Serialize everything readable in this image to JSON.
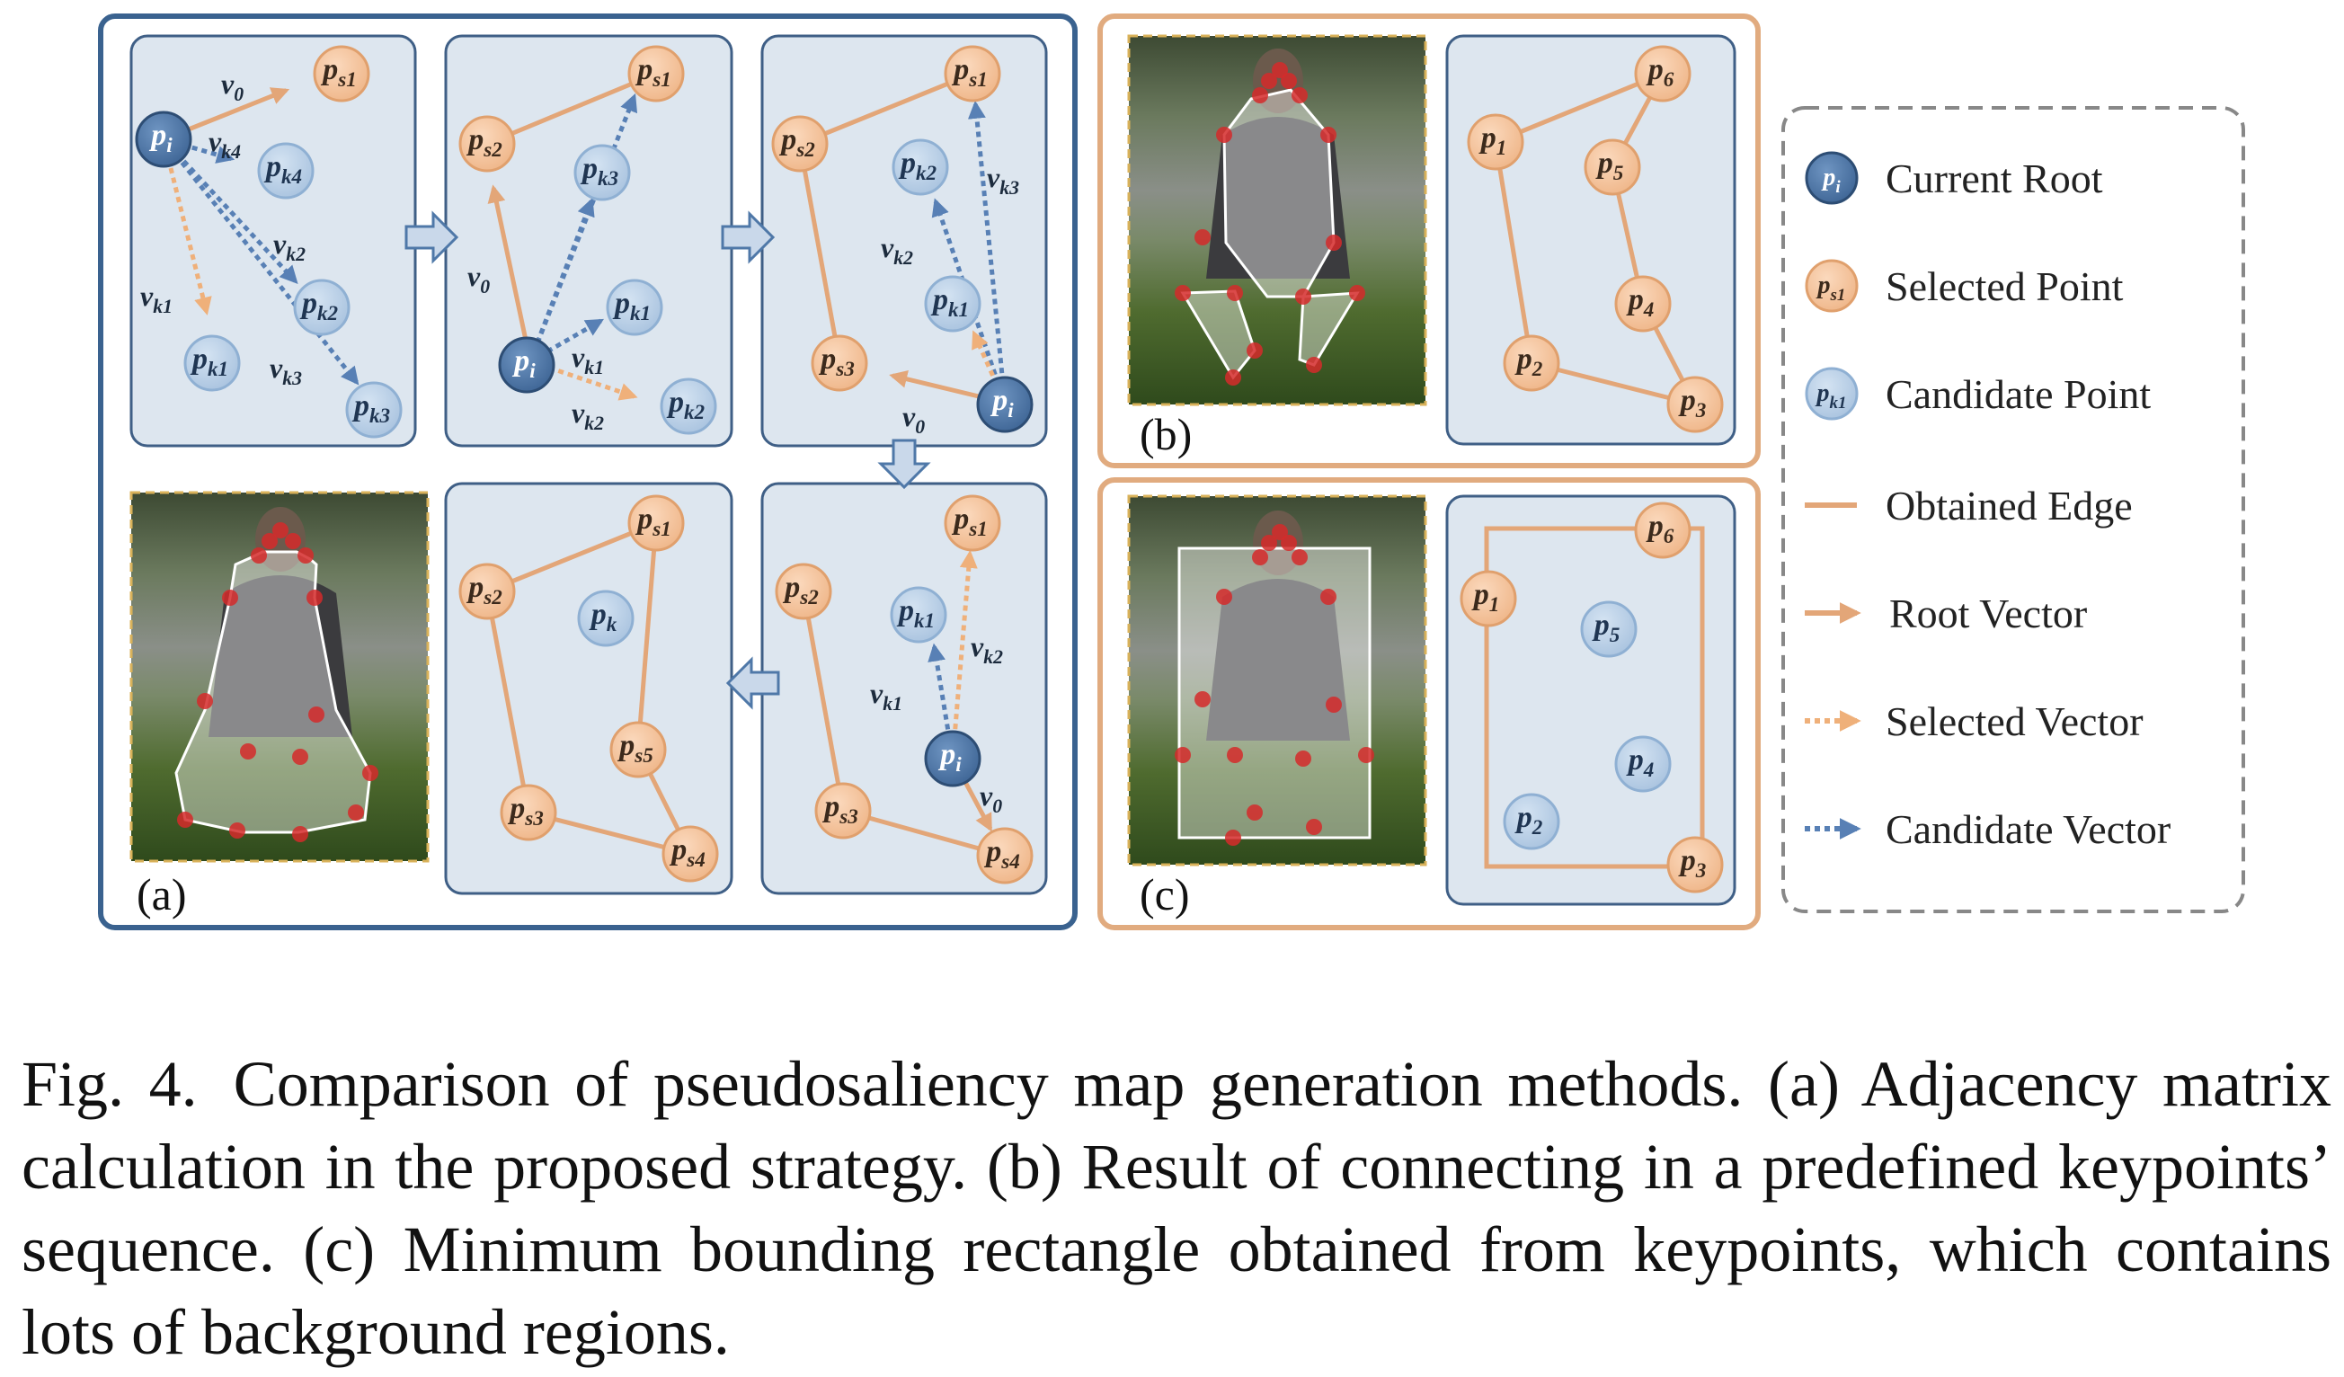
{
  "figure_labels": {
    "a": "(a)",
    "b": "(b)",
    "c": "(c)"
  },
  "panel_a": {
    "p1": {
      "points": {
        "pi": "p_i",
        "ps1": "p_s1",
        "pk4": "p_k4",
        "pk2": "p_k2",
        "pk1": "p_k1",
        "pk3": "p_k3"
      },
      "vectors": {
        "v0": "v_0",
        "vk4": "v_k4",
        "vk2": "v_k2",
        "vk1": "v_k1",
        "vk3": "v_k3"
      }
    },
    "p2": {
      "points": {
        "ps1": "p_s1",
        "ps2": "p_s2",
        "pk3": "p_k3",
        "pk1": "p_k1",
        "pi": "p_i",
        "pk2": "p_k2"
      },
      "vectors": {
        "v0": "v_0",
        "vk1": "v_k1",
        "vk2": "v_k2"
      }
    },
    "p3": {
      "points": {
        "ps1": "p_s1",
        "ps2": "p_s2",
        "pk2": "p_k2",
        "pk1": "p_k1",
        "ps3": "p_s3",
        "pi": "p_i"
      },
      "vectors": {
        "vk3": "v_k3",
        "vk2": "v_k2",
        "v0": "v_0"
      }
    },
    "p4": {
      "points": {
        "ps1": "p_s1",
        "ps2": "p_s2",
        "pk": "p_k",
        "ps5": "p_s5",
        "ps3": "p_s3",
        "ps4": "p_s4"
      }
    },
    "p5": {
      "points": {
        "ps1": "p_s1",
        "ps2": "p_s2",
        "pk1": "p_k1",
        "pi": "p_i",
        "ps3": "p_s3",
        "ps4": "p_s4"
      },
      "vectors": {
        "vk1": "v_k1",
        "vk2": "v_k2",
        "v0": "v_0"
      }
    }
  },
  "panel_b": {
    "points": {
      "p1": "p_1",
      "p2": "p_2",
      "p3": "p_3",
      "p4": "p_4",
      "p5": "p_5",
      "p6": "p_6"
    }
  },
  "panel_c": {
    "points": {
      "p1": "p_1",
      "p2": "p_2",
      "p3": "p_3",
      "p4": "p_4",
      "p5": "p_5",
      "p6": "p_6"
    }
  },
  "legend": {
    "root_symbol": "p_i",
    "selected_symbol": "p_s1",
    "candidate_symbol": "p_k1",
    "current_root": "Current Root",
    "selected_point": "Selected Point",
    "candidate_point": "Candidate Point",
    "obtained_edge": "Obtained Edge",
    "root_vector": "Root Vector",
    "selected_vector": "Selected Vector",
    "candidate_vector": "Candidate Vector"
  },
  "caption": {
    "label": "Fig. 4.",
    "text": "Comparison of pseudosaliency map generation methods. (a) Adjacency matrix calculation in the proposed strategy. (b) Result of connecting in a predefined keypoints’ sequence. (c) Minimum bounding rectangle obtained from keypoints, which contains lots of background regions."
  },
  "colors": {
    "panel_bg": "#dde6ef",
    "panel_border": "#3f5f86",
    "root": "#4f78a8",
    "selected": "#f4c39c",
    "candidate": "#b9cfe5",
    "edge": "#e3a678",
    "candidate_vec": "#5880b5",
    "selected_vec": "#efb07a",
    "outer_a": "#3a628f",
    "outer_bc": "#e1ab7f"
  }
}
